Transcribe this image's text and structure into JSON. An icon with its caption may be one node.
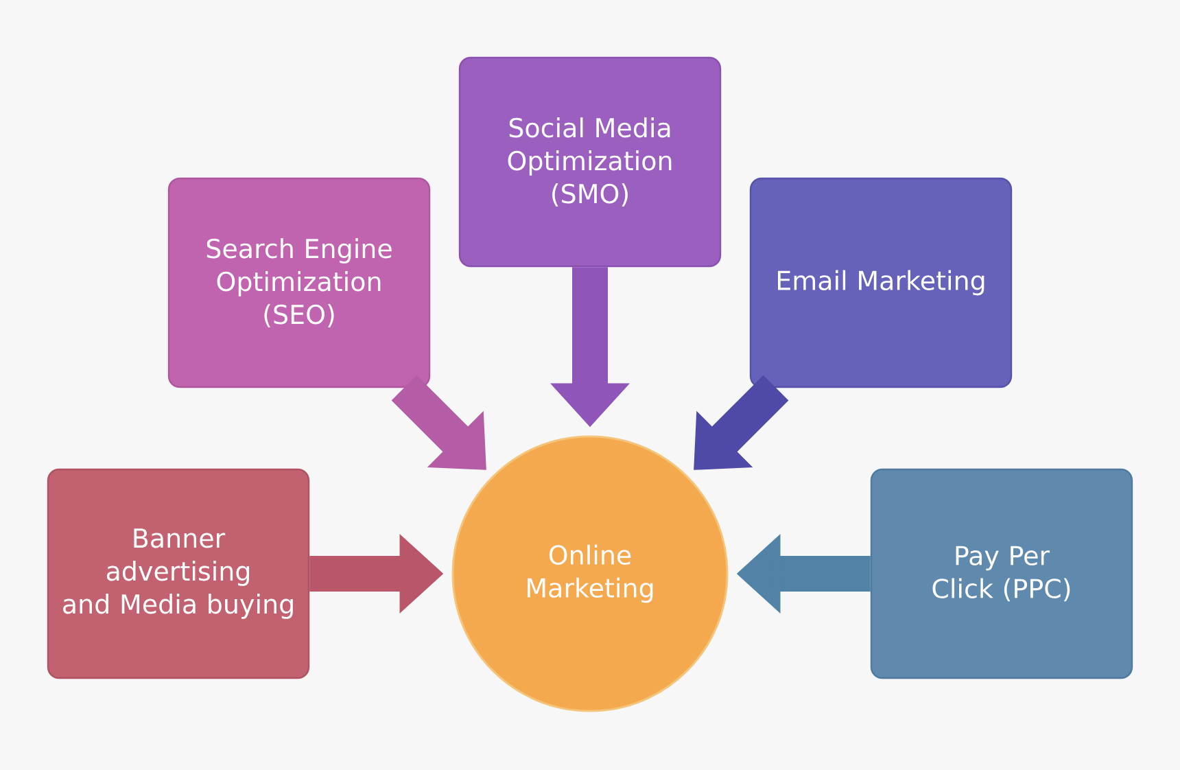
{
  "diagram": {
    "nodes": [
      {
        "text": [
          "Social Media Optimization (SMO)"
        ]
      },
      {
        "text": [
          "Search Engine Optimization (SEO)"
        ]
      },
      {
        "text": [
          "Email Marketing"
        ]
      },
      {
        "text": [
          "Banner advertising and Media buying"
        ]
      },
      {
        "text": [
          "Online Marketing"
        ]
      },
      {
        "text": [
          "Pay Per Click (PPC)"
        ]
      }
    ],
    "edges": [
      {
        "from": 0,
        "to": 4,
        "arrow": "to",
        "color": "#8f55b8"
      },
      {
        "from": 1,
        "to": 4,
        "arrow": "to",
        "color": "#b45ca6"
      },
      {
        "from": 2,
        "to": 4,
        "arrow": "to",
        "color": "#4f4aa8"
      },
      {
        "from": 3,
        "to": 4,
        "arrow": "to",
        "color": "#b9566a"
      },
      {
        "from": 5,
        "to": 4,
        "arrow": "to",
        "color": "#5282a6"
      }
    ]
  }
}
